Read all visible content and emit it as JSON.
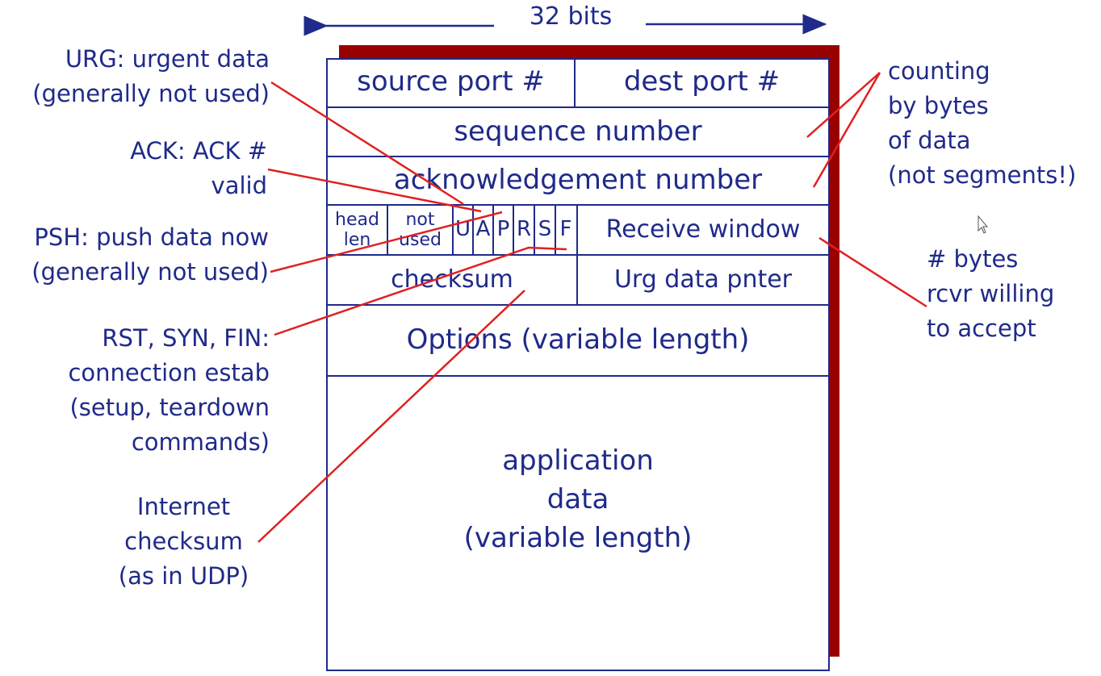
{
  "width_label": "32 bits",
  "header": {
    "source_port": "source port #",
    "dest_port": "dest port #",
    "sequence_number": "sequence number",
    "ack_number": "acknowledgement number",
    "head_len": [
      "head",
      "len"
    ],
    "not_used": [
      "not",
      "used"
    ],
    "flags": [
      "U",
      "A",
      "P",
      "R",
      "S",
      "F"
    ],
    "receive_window": "Receive window",
    "checksum": "checksum",
    "urg_pointer": "Urg data pnter",
    "options": "Options (variable length)",
    "app_data": [
      "application",
      "data",
      "(variable length)"
    ]
  },
  "annotations": {
    "urg": [
      "URG: urgent data",
      "(generally not used)"
    ],
    "ack": [
      "ACK: ACK #",
      "valid"
    ],
    "psh": [
      "PSH: push data now",
      "(generally not used)"
    ],
    "rst_syn_fin": [
      "RST, SYN, FIN:",
      "connection estab",
      "(setup, teardown",
      "commands)"
    ],
    "internet_checksum": [
      "Internet",
      "checksum",
      "(as in UDP)"
    ],
    "counting": [
      "counting",
      "by bytes",
      "of data",
      "(not segments!)"
    ],
    "bytes_willing": [
      "# bytes",
      "rcvr willing",
      "to accept"
    ]
  },
  "colors": {
    "text": "#1f2a8a",
    "annotation_lines": "#e02020",
    "shadow": "#990000"
  }
}
